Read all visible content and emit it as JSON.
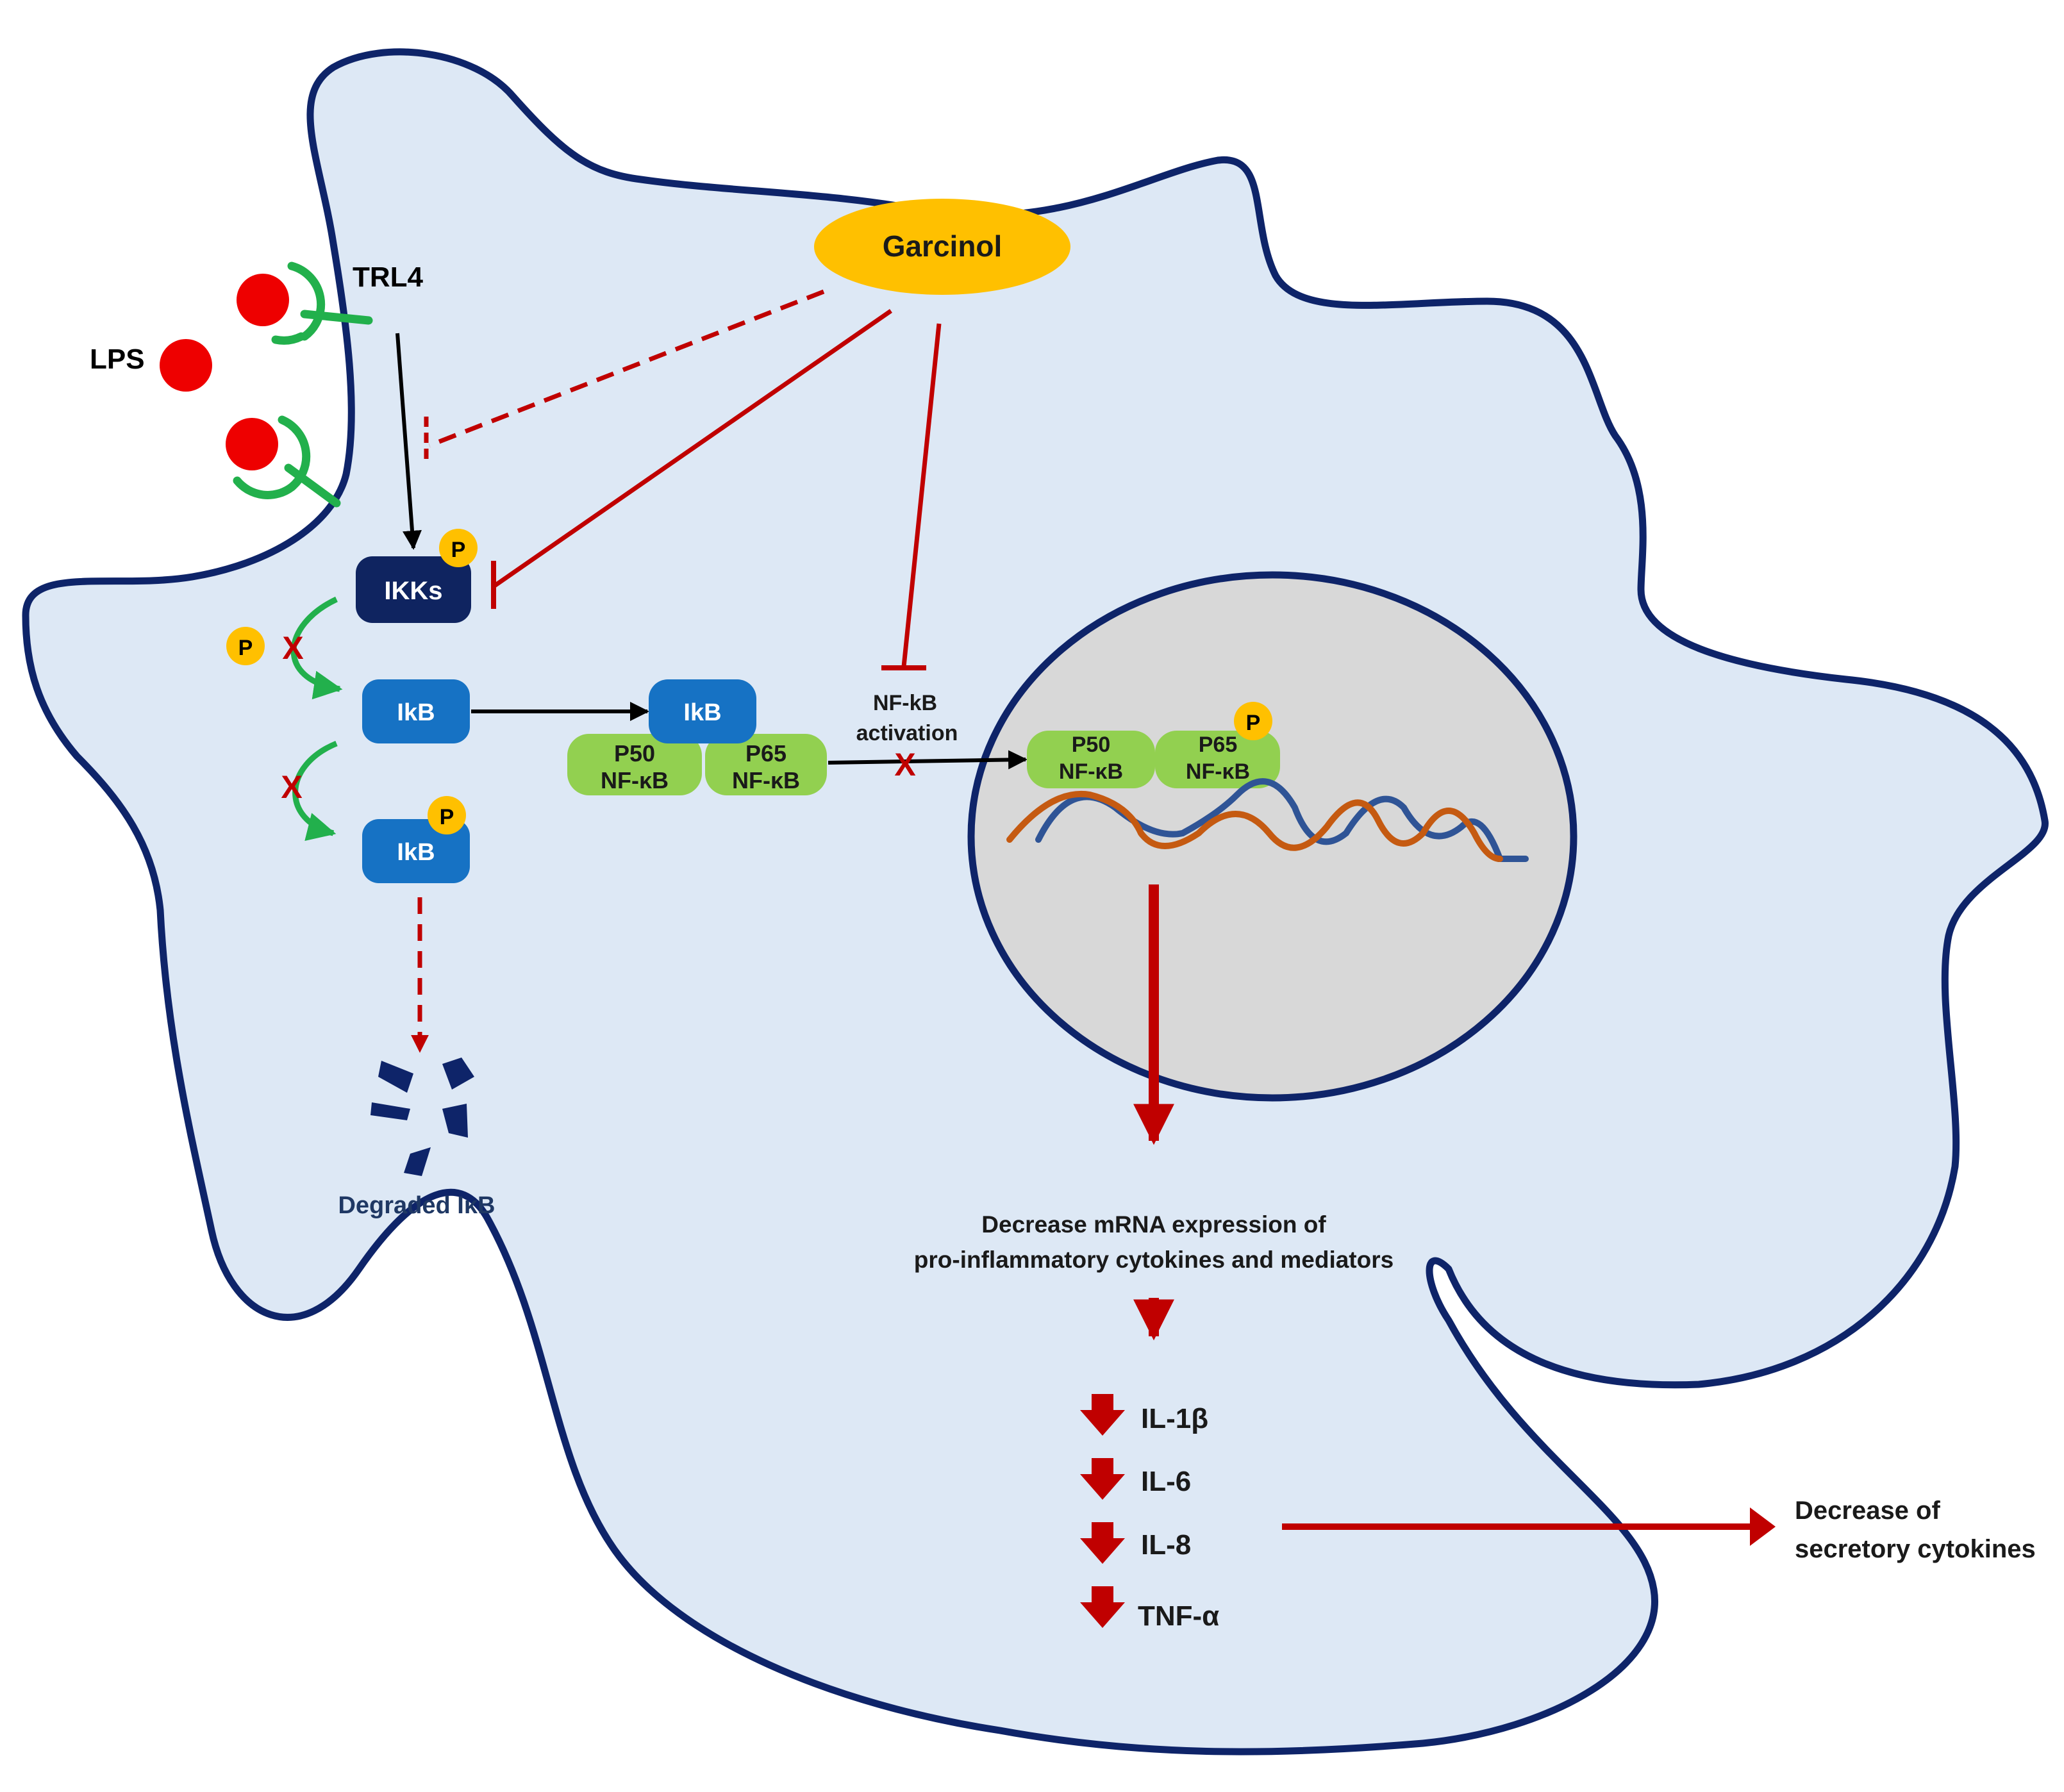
{
  "labels": {
    "lps": "LPS",
    "trl4": "TRL4",
    "garcinol": "Garcinol",
    "ikks": "IKKs",
    "ikb": "IkB",
    "p": "P",
    "p50": "P50",
    "p65": "P65",
    "nfkb": "NF-κB",
    "nfkb_activation_line1": "NF-kB",
    "nfkb_activation_line2": "activation",
    "x_mark": "X",
    "degraded": "Degraded IκB",
    "decrease_mrna_line1": "Decrease mRNA expression of",
    "decrease_mrna_line2": "pro-inflammatory cytokines and mediators",
    "cytokines": [
      "IL-1β",
      "IL-6",
      "IL-8",
      "TNF-α"
    ],
    "secretory_line1": "Decrease of",
    "secretory_line2": "secretory cytokines"
  },
  "colors": {
    "cell_fill": "#dde8f5",
    "cell_outline": "#0e2469",
    "nucleus_fill": "#d8d8d8",
    "lps_red": "#ee0000",
    "receptor_green": "#22b04c",
    "garcinol_yellow": "#ffc000",
    "ikks_navy": "#0f2460",
    "ikb_blue": "#1672c4",
    "nfkb_green": "#92d050",
    "phospho_yellow": "#ffc000",
    "inhibit_red": "#c00000",
    "dna_orange": "#c55a11",
    "dna_blue": "#2f5496"
  }
}
